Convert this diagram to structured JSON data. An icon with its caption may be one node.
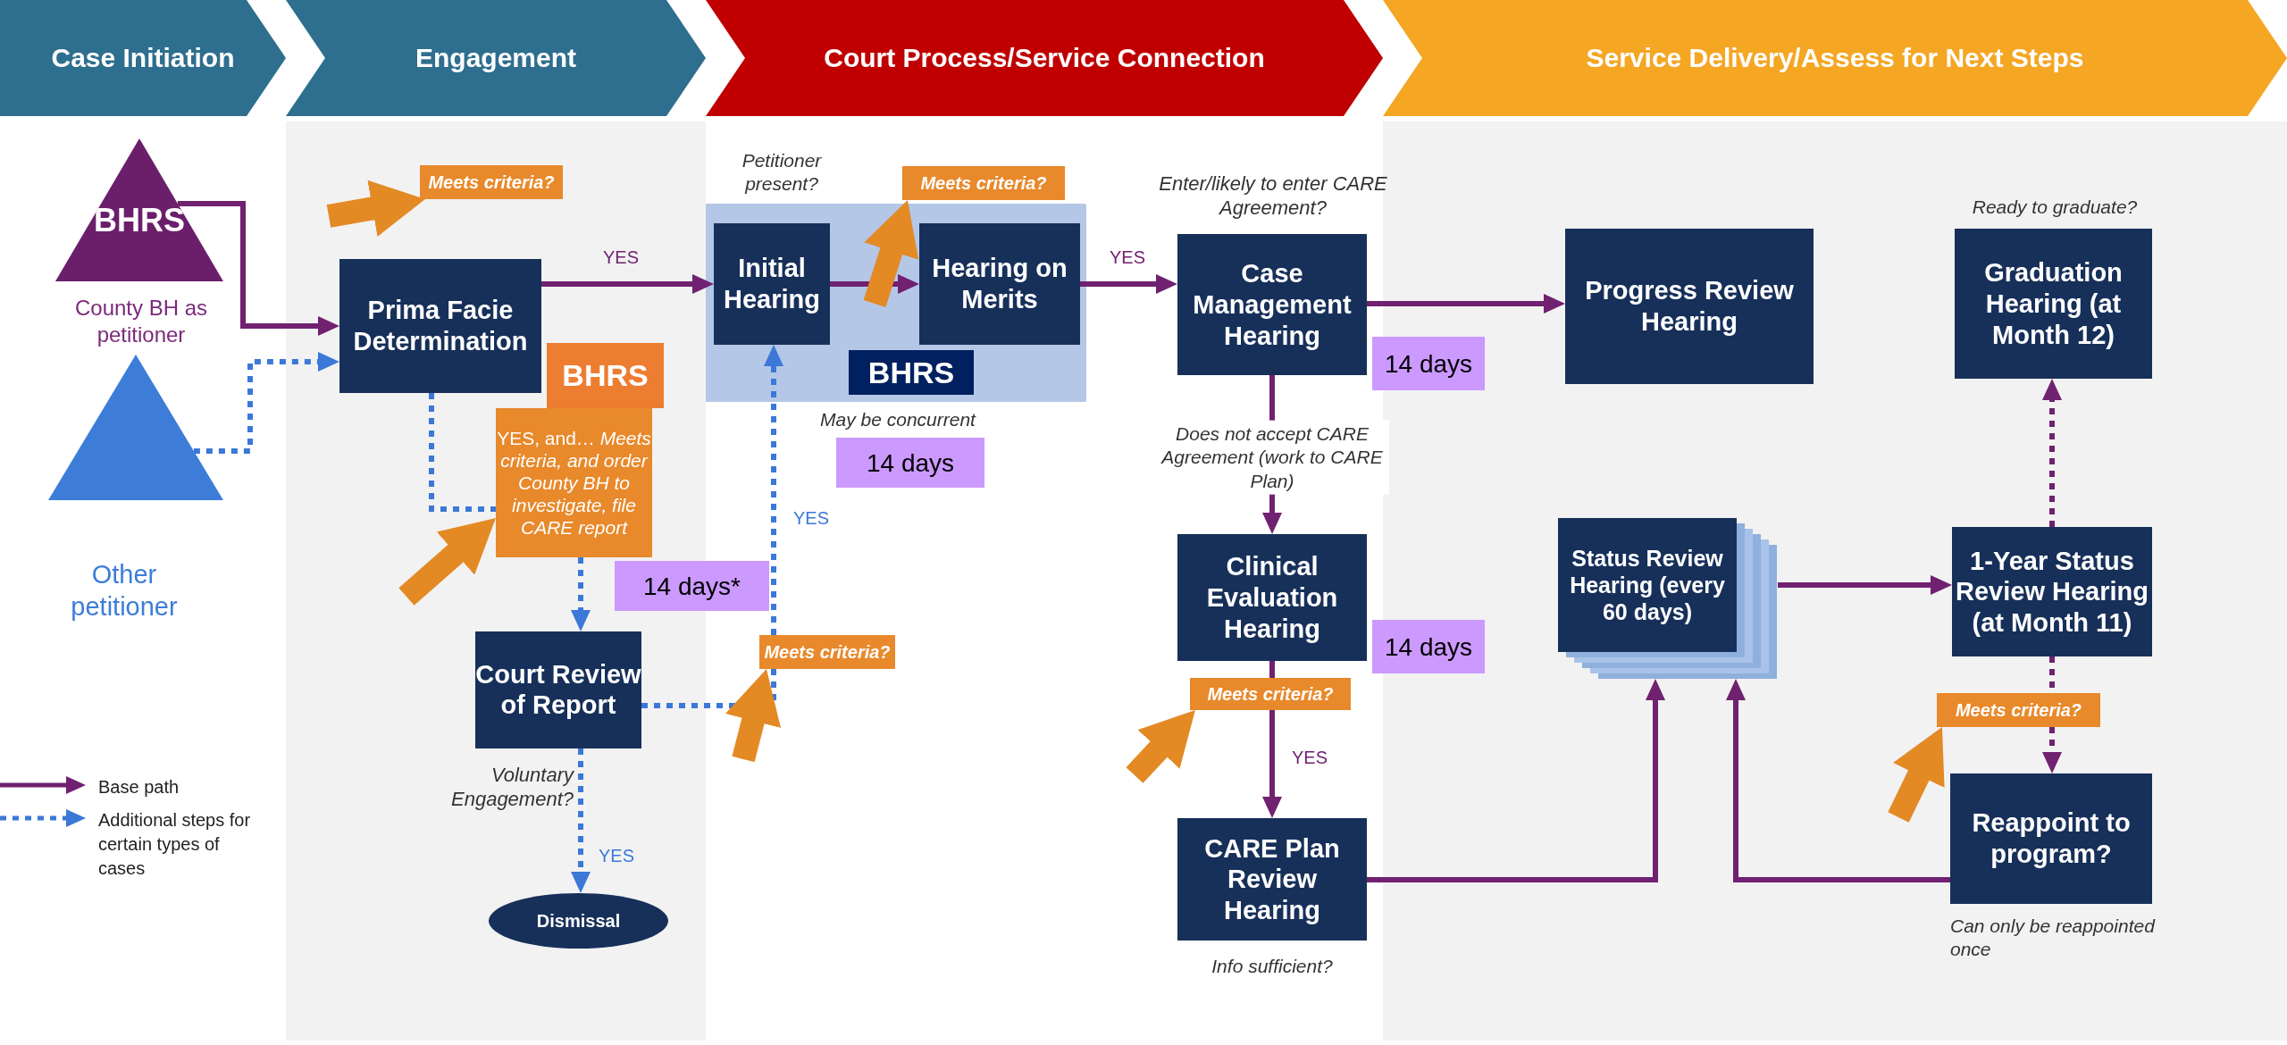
{
  "diagram": {
    "nodes": [
      {
        "text": [
          "Case Initiation"
        ]
      },
      {
        "text": [
          "Engagement"
        ]
      },
      {
        "text": [
          "Court Process/Service Connection"
        ]
      },
      {
        "text": [
          "Service Delivery/Assess for Next Steps"
        ]
      },
      {
        "text": [
          "BHRS"
        ],
        "beside": [
          "County BH as petitioner"
        ],
        "in": 0
      },
      {
        "text": [],
        "shape": "triangle",
        "beside": [
          "Other petitioner"
        ],
        "in": 0
      },
      {
        "text": [
          "Meets criteria?"
        ],
        "in": 1
      },
      {
        "text": [
          "Prima Facie Determination"
        ],
        "in": 1
      },
      {
        "text": [
          "BHRS"
        ],
        "in": 1
      },
      {
        "text": [
          "YES, and… *Meets criteria, and order County BH to investigate, file CARE report*"
        ],
        "beside": [
          "14 days*"
        ],
        "in": 1
      },
      {
        "text": [
          "Court Review of Report"
        ],
        "beside": [
          "Voluntary Engagement?"
        ],
        "in": 1
      },
      {
        "text": [
          "Dismissal"
        ],
        "in": 1
      },
      {
        "text": [
          "Meets criteria?"
        ],
        "in": 2
      },
      {
        "text": [],
        "shape": "box",
        "beside": [
          "May be concurrent",
          "14 days"
        ],
        "in": 2
      },
      {
        "text": [
          "Initial Hearing"
        ],
        "beside": [
          "Petitioner present?"
        ],
        "in": 13
      },
      {
        "text": [
          "Meets criteria?"
        ],
        "in": 2
      },
      {
        "text": [
          "Hearing on Merits"
        ],
        "in": 13
      },
      {
        "text": [
          "BHRS"
        ],
        "in": 13
      },
      {
        "text": [
          "Case Management Hearing"
        ],
        "beside": [
          "Enter/likely to enter CARE Agreement?",
          "14 days"
        ],
        "in": 2
      },
      {
        "text": [
          "Clinical Evaluation Hearing"
        ],
        "beside": [
          "14 days"
        ],
        "in": 2
      },
      {
        "text": [
          "Meets criteria?"
        ],
        "in": 2
      },
      {
        "text": [
          "CARE Plan Review Hearing"
        ],
        "beside": [
          "Info sufficient?"
        ],
        "in": 2
      },
      {
        "text": [
          "Progress Review Hearing"
        ],
        "in": 3
      },
      {
        "text": [
          "Graduation Hearing (at Month 12)"
        ],
        "beside": [
          "Ready to graduate?"
        ],
        "in": 3
      },
      {
        "text": [
          "Status Review Hearing (every 60 days)"
        ],
        "in": 3
      },
      {
        "text": [
          "1-Year Status Review Hearing (at Month 11)"
        ],
        "in": 3
      },
      {
        "text": [
          "Meets criteria?"
        ],
        "in": 3
      },
      {
        "text": [
          "Reappoint to program?"
        ],
        "beside": [
          "Can only be reappointed once"
        ],
        "in": 3
      }
    ],
    "edges": [
      {
        "from": 4,
        "to": 7,
        "arrow": "to"
      },
      {
        "from": 5,
        "to": 7,
        "arrow": "to",
        "style": "dashed",
        "color": "#3b78d8"
      },
      {
        "from": 7,
        "to": 14,
        "label": "YES",
        "arrow": "to"
      },
      {
        "from": 7,
        "to": 9,
        "arrow": "none",
        "style": "dashed",
        "color": "#3b78d8"
      },
      {
        "from": 9,
        "to": 10,
        "arrow": "to",
        "style": "dashed",
        "color": "#3b78d8"
      },
      {
        "from": 10,
        "to": 11,
        "label": "YES",
        "arrow": "to",
        "style": "dashed",
        "color": "#3b78d8"
      },
      {
        "from": 10,
        "to": 12,
        "arrow": "none",
        "style": "dashed",
        "color": "#3b78d8"
      },
      {
        "from": 12,
        "to": 14,
        "label": "YES",
        "arrow": "to",
        "style": "dashed",
        "color": "#3b78d8"
      },
      {
        "from": 14,
        "to": 16,
        "arrow": "to"
      },
      {
        "from": 16,
        "to": 18,
        "label": "YES",
        "arrow": "to"
      },
      {
        "from": 18,
        "to": 22,
        "arrow": "to"
      },
      {
        "from": 18,
        "to": 19,
        "label": "Does not accept CARE Agreement (work to CARE Plan)",
        "arrow": "to"
      },
      {
        "from": 19,
        "to": 20,
        "arrow": "none"
      },
      {
        "from": 20,
        "to": 21,
        "label": "YES",
        "arrow": "to"
      },
      {
        "from": 21,
        "to": 24,
        "arrow": "to"
      },
      {
        "from": 27,
        "to": 24,
        "arrow": "to"
      },
      {
        "from": 24,
        "to": 25,
        "arrow": "to"
      },
      {
        "from": 25,
        "to": 23,
        "arrow": "to",
        "style": "dashed"
      },
      {
        "from": 25,
        "to": 26,
        "arrow": "none",
        "style": "dashed"
      },
      {
        "from": 26,
        "to": 27,
        "arrow": "to",
        "style": "dashed"
      },
      {
        "from": null,
        "to": 6,
        "arrow": "to",
        "style": "thick",
        "color": "#e38a25"
      },
      {
        "from": null,
        "to": 9,
        "arrow": "to",
        "style": "thick",
        "color": "#e38a25"
      },
      {
        "from": null,
        "to": 12,
        "arrow": "to",
        "style": "thick",
        "color": "#e38a25"
      },
      {
        "from": null,
        "to": 15,
        "arrow": "to",
        "style": "thick",
        "color": "#e38a25"
      },
      {
        "from": null,
        "to": 20,
        "arrow": "to",
        "style": "thick",
        "color": "#e38a25"
      },
      {
        "from": null,
        "to": 26,
        "arrow": "to",
        "style": "thick",
        "color": "#e38a25"
      }
    ],
    "legend": [
      {
        "text": "Base path"
      },
      {
        "text": "Additional steps for certain types of cases"
      }
    ]
  }
}
